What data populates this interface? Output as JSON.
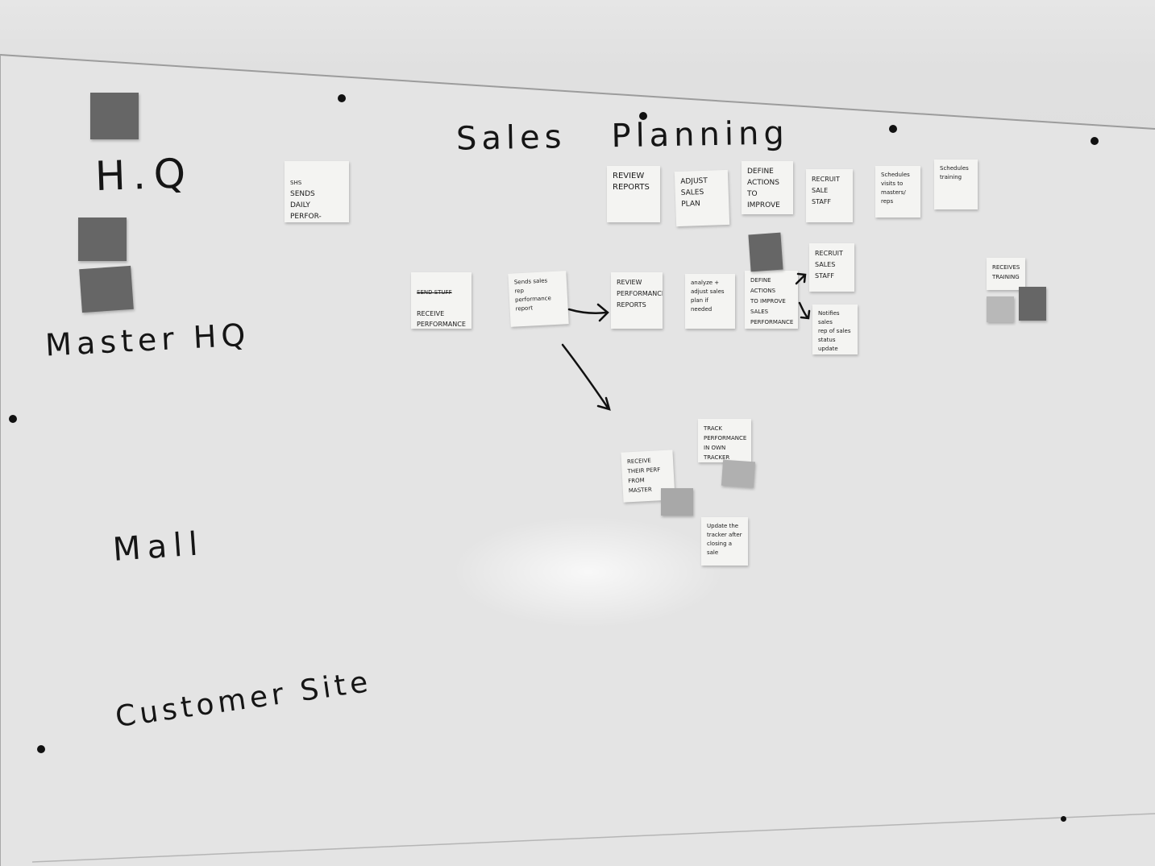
{
  "board": {
    "title": "Sales Planning",
    "title_parts": [
      "Sales",
      "Planning"
    ]
  },
  "lanes": {
    "hq": "H.Q",
    "master_hq": "Master HQ",
    "mall": "Mall",
    "customer_site": "Customer Site"
  },
  "notes": {
    "hq_sends_reports": "SENDS\nDAILY PERFOR-\nMANCE\nREPORTS",
    "hq_sends_reports_strike": "SHS",
    "hq_review_reports": "REVIEW\nREPORTS",
    "hq_adjust_sales_plan": "ADJUST\nSALES PLAN",
    "hq_define_actions": "DEFINE\nACTIONS TO\nIMPROVE",
    "hq_recruit_staff": "RECRUIT\nSALE\nSTAFF",
    "hq_schedule_visits": "Schedules\nvisits to\nmasters/ reps",
    "hq_schedules_training": "Schedules\ntraining",
    "master_receive_reports_strike": "SEND STUFF",
    "master_receive_reports": "RECEIVE\nPERFORMANCE\nREPORTS",
    "master_sends_sales_rep": "Sends sales\nrep performance\nreport",
    "master_review_reports": "REVIEW\nPERFORMANCE\nREPORTS",
    "master_analyze_sales": "analyze +\nadjust sales\nplan if needed",
    "master_define_actions": "DEFINE ACTIONS\nTO IMPROVE SALES\nPERFORMANCE",
    "master_recruit_staff": "RECRUIT\nSALES\nSTAFF",
    "master_notifies_sales": "Notifies sales\nrep of sales\nstatus update",
    "master_receives_training": "RECEIVES\nTRAINING",
    "mall_receive_perf": "RECEIVE\nTHEIR PERF\nFROM\nMASTER",
    "mall_track_performance": "TRACK\nPERFORMANCE\nIN OWN TRACKER",
    "mall_update_tracker": "Update the\ntracker after\nclosing a sale"
  },
  "colors": {
    "board": "#e2e2e2",
    "sticky": "#f4f4f2",
    "marker": "#151515",
    "swatch_dark": "#666666",
    "swatch_mid": "#9a9a9a"
  }
}
